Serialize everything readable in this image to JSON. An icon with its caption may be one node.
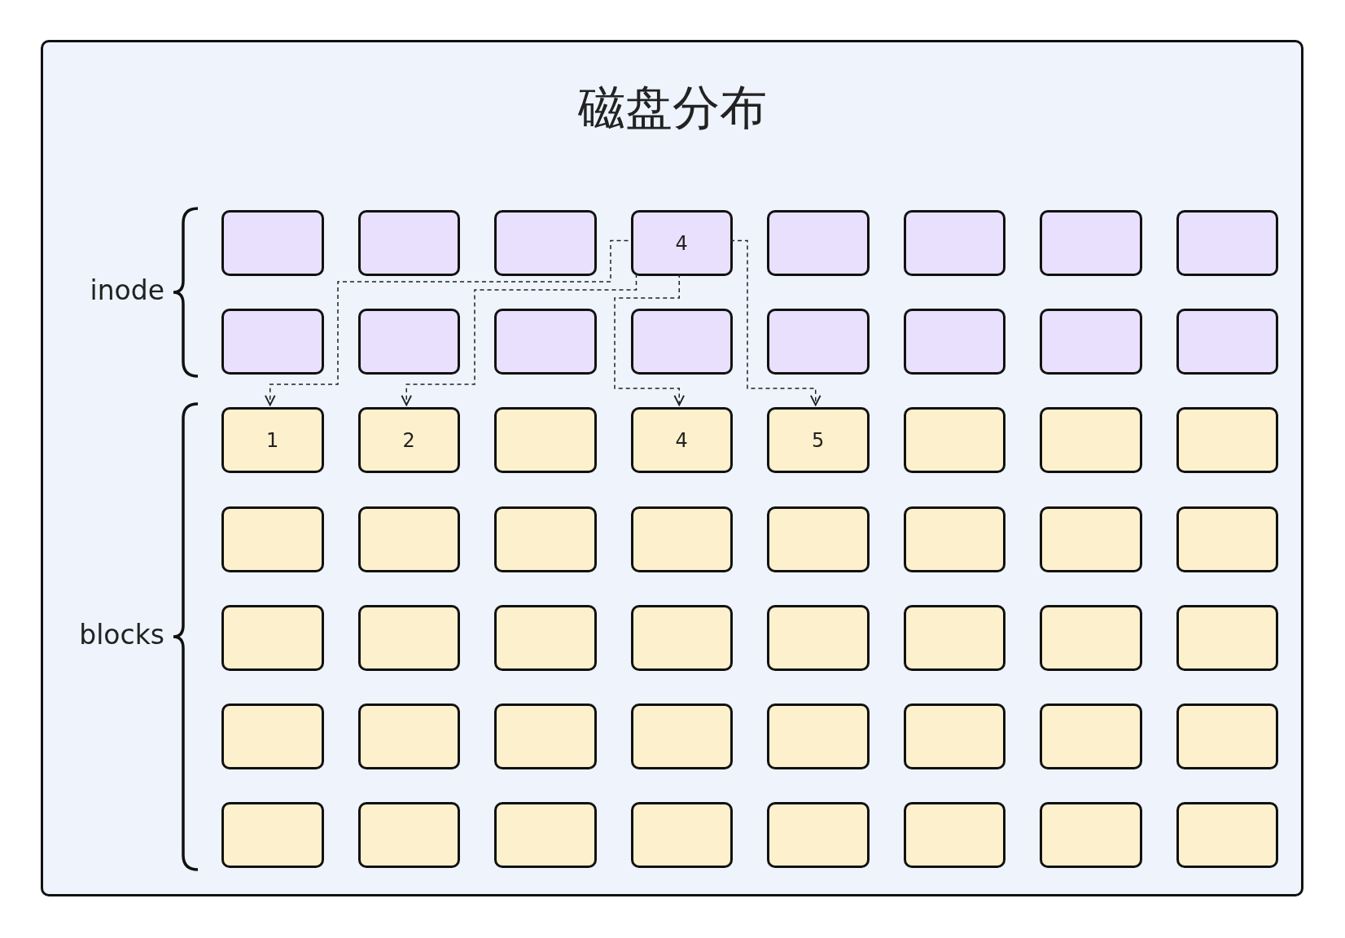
{
  "diagram": {
    "nodes": [
      {
        "text": [
          "磁盘分布"
        ]
      },
      {
        "text": [],
        "shape": "box",
        "in": 0
      },
      {
        "text": [],
        "shape": "box",
        "in": 0
      },
      {
        "text": [],
        "shape": "box",
        "in": 0
      },
      {
        "text": [
          "4"
        ],
        "in": 0
      },
      {
        "text": [],
        "shape": "box",
        "in": 0
      },
      {
        "text": [],
        "shape": "box",
        "in": 0
      },
      {
        "text": [],
        "shape": "box",
        "in": 0
      },
      {
        "text": [],
        "shape": "box",
        "in": 0
      },
      {
        "text": [],
        "shape": "box",
        "in": 0
      },
      {
        "text": [],
        "shape": "box",
        "in": 0
      },
      {
        "text": [],
        "shape": "box",
        "in": 0
      },
      {
        "text": [],
        "shape": "box",
        "in": 0
      },
      {
        "text": [],
        "shape": "box",
        "in": 0
      },
      {
        "text": [],
        "shape": "box",
        "in": 0
      },
      {
        "text": [],
        "shape": "box",
        "in": 0
      },
      {
        "text": [],
        "shape": "box",
        "in": 0
      },
      {
        "text": [
          "1"
        ],
        "in": 0
      },
      {
        "text": [
          "2"
        ],
        "in": 0
      },
      {
        "text": [],
        "shape": "box",
        "in": 0
      },
      {
        "text": [
          "4"
        ],
        "in": 0
      },
      {
        "text": [
          "5"
        ],
        "in": 0
      },
      {
        "text": [],
        "shape": "box",
        "in": 0
      },
      {
        "text": [],
        "shape": "box",
        "in": 0
      },
      {
        "text": [],
        "shape": "box",
        "in": 0
      },
      {
        "text": [],
        "shape": "box",
        "in": 0
      },
      {
        "text": [],
        "shape": "box",
        "in": 0
      },
      {
        "text": [],
        "shape": "box",
        "in": 0
      },
      {
        "text": [],
        "shape": "box",
        "in": 0
      },
      {
        "text": [],
        "shape": "box",
        "in": 0
      },
      {
        "text": [],
        "shape": "box",
        "in": 0
      },
      {
        "text": [],
        "shape": "box",
        "in": 0
      },
      {
        "text": [],
        "shape": "box",
        "in": 0
      },
      {
        "text": [],
        "shape": "box",
        "in": 0
      },
      {
        "text": [],
        "shape": "box",
        "in": 0
      },
      {
        "text": [],
        "shape": "box",
        "in": 0
      },
      {
        "text": [],
        "shape": "box",
        "in": 0
      },
      {
        "text": [],
        "shape": "box",
        "in": 0
      },
      {
        "text": [],
        "shape": "box",
        "in": 0
      },
      {
        "text": [],
        "shape": "box",
        "in": 0
      },
      {
        "text": [],
        "shape": "box",
        "in": 0
      },
      {
        "text": [],
        "shape": "box",
        "in": 0
      },
      {
        "text": [],
        "shape": "box",
        "in": 0
      },
      {
        "text": [],
        "shape": "box",
        "in": 0
      },
      {
        "text": [],
        "shape": "box",
        "in": 0
      },
      {
        "text": [],
        "shape": "box",
        "in": 0
      },
      {
        "text": [],
        "shape": "box",
        "in": 0
      },
      {
        "text": [],
        "shape": "box",
        "in": 0
      },
      {
        "text": [],
        "shape": "box",
        "in": 0
      },
      {
        "text": [],
        "shape": "box",
        "in": 0
      },
      {
        "text": [],
        "shape": "box",
        "in": 0
      },
      {
        "text": [],
        "shape": "box",
        "in": 0
      },
      {
        "text": [],
        "shape": "box",
        "in": 0
      },
      {
        "text": [],
        "shape": "box",
        "in": 0
      },
      {
        "text": [],
        "shape": "box",
        "in": 0
      },
      {
        "text": [],
        "shape": "box",
        "in": 0
      },
      {
        "text": [],
        "shape": "box",
        "in": 0
      }
    ],
    "edges": [
      {
        "from": 4,
        "to": 17,
        "arrow": "to",
        "style": "dashed"
      },
      {
        "from": 4,
        "to": 18,
        "arrow": "to",
        "style": "dashed"
      },
      {
        "from": 4,
        "to": 20,
        "arrow": "to",
        "style": "dashed"
      },
      {
        "from": 4,
        "to": 21,
        "arrow": "to",
        "style": "dashed"
      }
    ],
    "labels": [
      "inode",
      "blocks"
    ]
  }
}
